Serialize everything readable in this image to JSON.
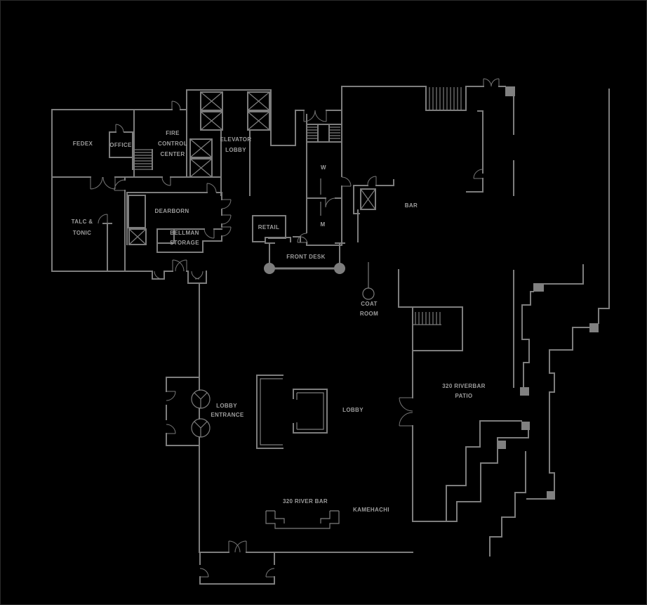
{
  "meta": {
    "title": "Lobby level floor plan",
    "background_color": "#000000",
    "wall_color": "#7d7d7d",
    "text_color": "#9d9d9d"
  },
  "labels": {
    "fedex": "FEDEX",
    "office": "OFFICE",
    "fire_control": [
      "FIRE",
      "CONTROL",
      "CENTER"
    ],
    "elevator_lobby": [
      "ELEVATOR",
      "LOBBY"
    ],
    "talc_tonic": [
      "TALC &",
      "TONIC"
    ],
    "dearborn": "DEARBORN",
    "bellman_storage": [
      "BELLMAN",
      "STORAGE"
    ],
    "retail": "RETAIL",
    "front_desk": "FRONT DESK",
    "womens": "W",
    "mens": "M",
    "bar": "BAR",
    "coat_room": [
      "COAT",
      "ROOM"
    ],
    "lobby_entrance": [
      "LOBBY",
      "ENTRANCE"
    ],
    "lobby": "LOBBY",
    "riverbar_patio": [
      "320 RIVERBAR",
      "PATIO"
    ],
    "river_bar": "320 RIVER BAR",
    "kamehachi": "KAMEHACHI"
  }
}
